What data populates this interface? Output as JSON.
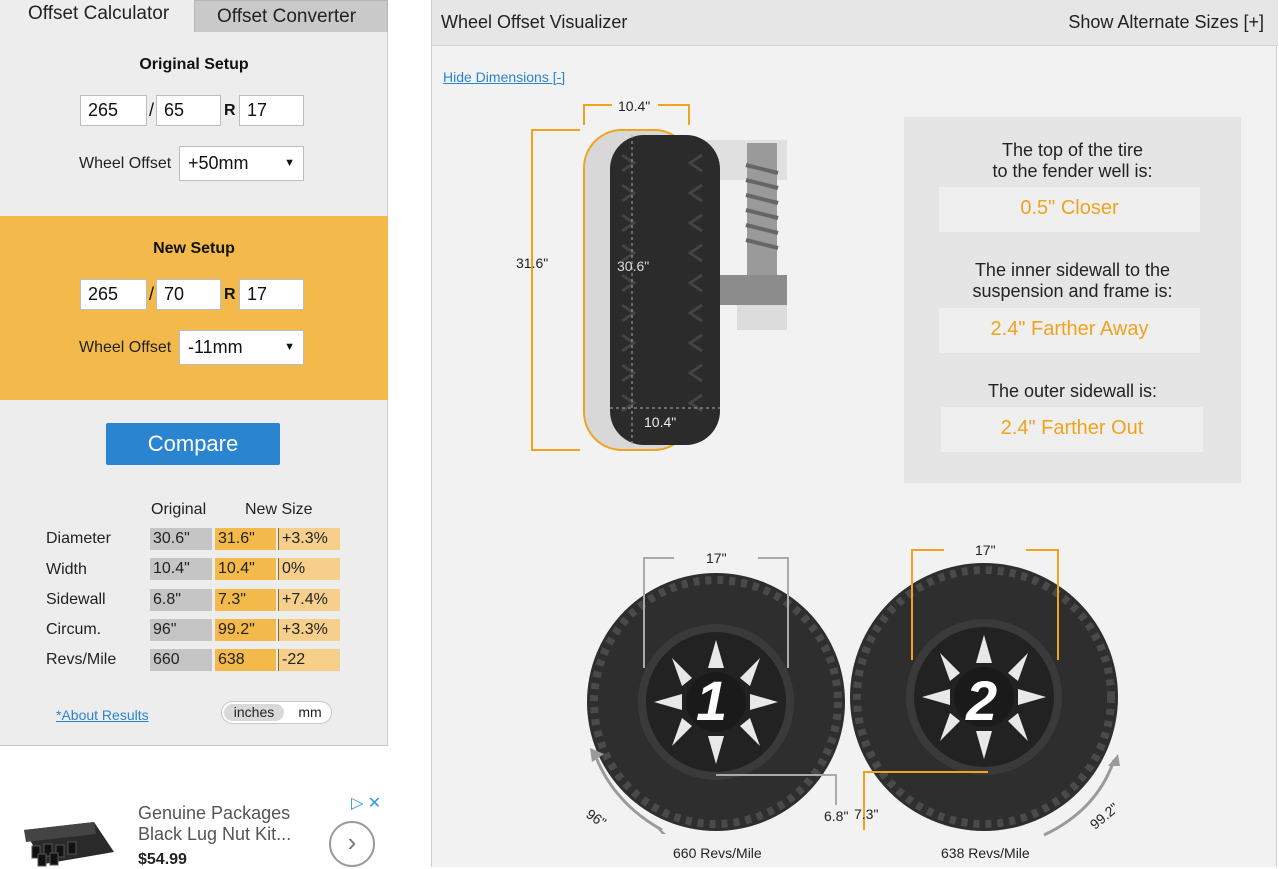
{
  "tabs": {
    "calculator": "Offset Calculator",
    "converter": "Offset Converter"
  },
  "original": {
    "title": "Original Setup",
    "width": "265",
    "aspect": "65",
    "rim": "17",
    "slash": "/",
    "r": "R",
    "offset_label": "Wheel Offset",
    "offset": "+50mm"
  },
  "new_setup": {
    "title": "New Setup",
    "width": "265",
    "aspect": "70",
    "rim": "17",
    "slash": "/",
    "r": "R",
    "offset_label": "Wheel Offset",
    "offset": "-11mm"
  },
  "compare_label": "Compare",
  "results": {
    "headers": {
      "original": "Original",
      "new": "New Size"
    },
    "rows": [
      {
        "label": "Diameter",
        "original": "30.6\"",
        "new": "31.6\"",
        "diff": "+3.3%"
      },
      {
        "label": "Width",
        "original": "10.4\"",
        "new": "10.4\"",
        "diff": "0%"
      },
      {
        "label": "Sidewall",
        "original": "6.8\"",
        "new": "7.3\"",
        "diff": "+7.4%"
      },
      {
        "label": "Circum.",
        "original": "96\"",
        "new": "99.2\"",
        "diff": "+3.3%"
      },
      {
        "label": "Revs/Mile",
        "original": "660",
        "new": "638",
        "diff": "-22"
      }
    ],
    "about_link": "*About Results",
    "units": {
      "inches": "inches",
      "mm": "mm",
      "selected": "inches"
    }
  },
  "ad": {
    "title_line1": "Genuine Packages",
    "title_line2": "Black Lug Nut Kit...",
    "price": "$54.99",
    "next_icon": "chevron-right-icon",
    "adchoices_icons": "▷ ✕"
  },
  "visualizer": {
    "title": "Wheel Offset Visualizer",
    "alt_sizes": "Show Alternate Sizes [+]",
    "hide_dims": "Hide Dimensions [-]",
    "side_view": {
      "top_width": "10.4\"",
      "new_diameter": "31.6\"",
      "orig_diameter": "30.6\"",
      "bottom_width": "10.4\""
    },
    "info": {
      "fender_text1": "The top of the tire",
      "fender_text2": "to the fender well is:",
      "fender_value": "0.5\" Closer",
      "inner_text1": "The inner sidewall to the",
      "inner_text2": "suspension and frame is:",
      "inner_value": "2.4\" Farther Away",
      "outer_text": "The outer sidewall is:",
      "outer_value": "2.4\" Farther Out"
    },
    "accent_color": "#f0a31c",
    "wheel1": {
      "rim": "17\"",
      "sidewall": "6.8\"",
      "circum": "96\"",
      "revs": "660 Revs/Mile",
      "number": "1"
    },
    "wheel2": {
      "rim": "17\"",
      "sidewall": "7.3\"",
      "circum": "99.2\"",
      "revs": "638 Revs/Mile",
      "number": "2"
    }
  }
}
